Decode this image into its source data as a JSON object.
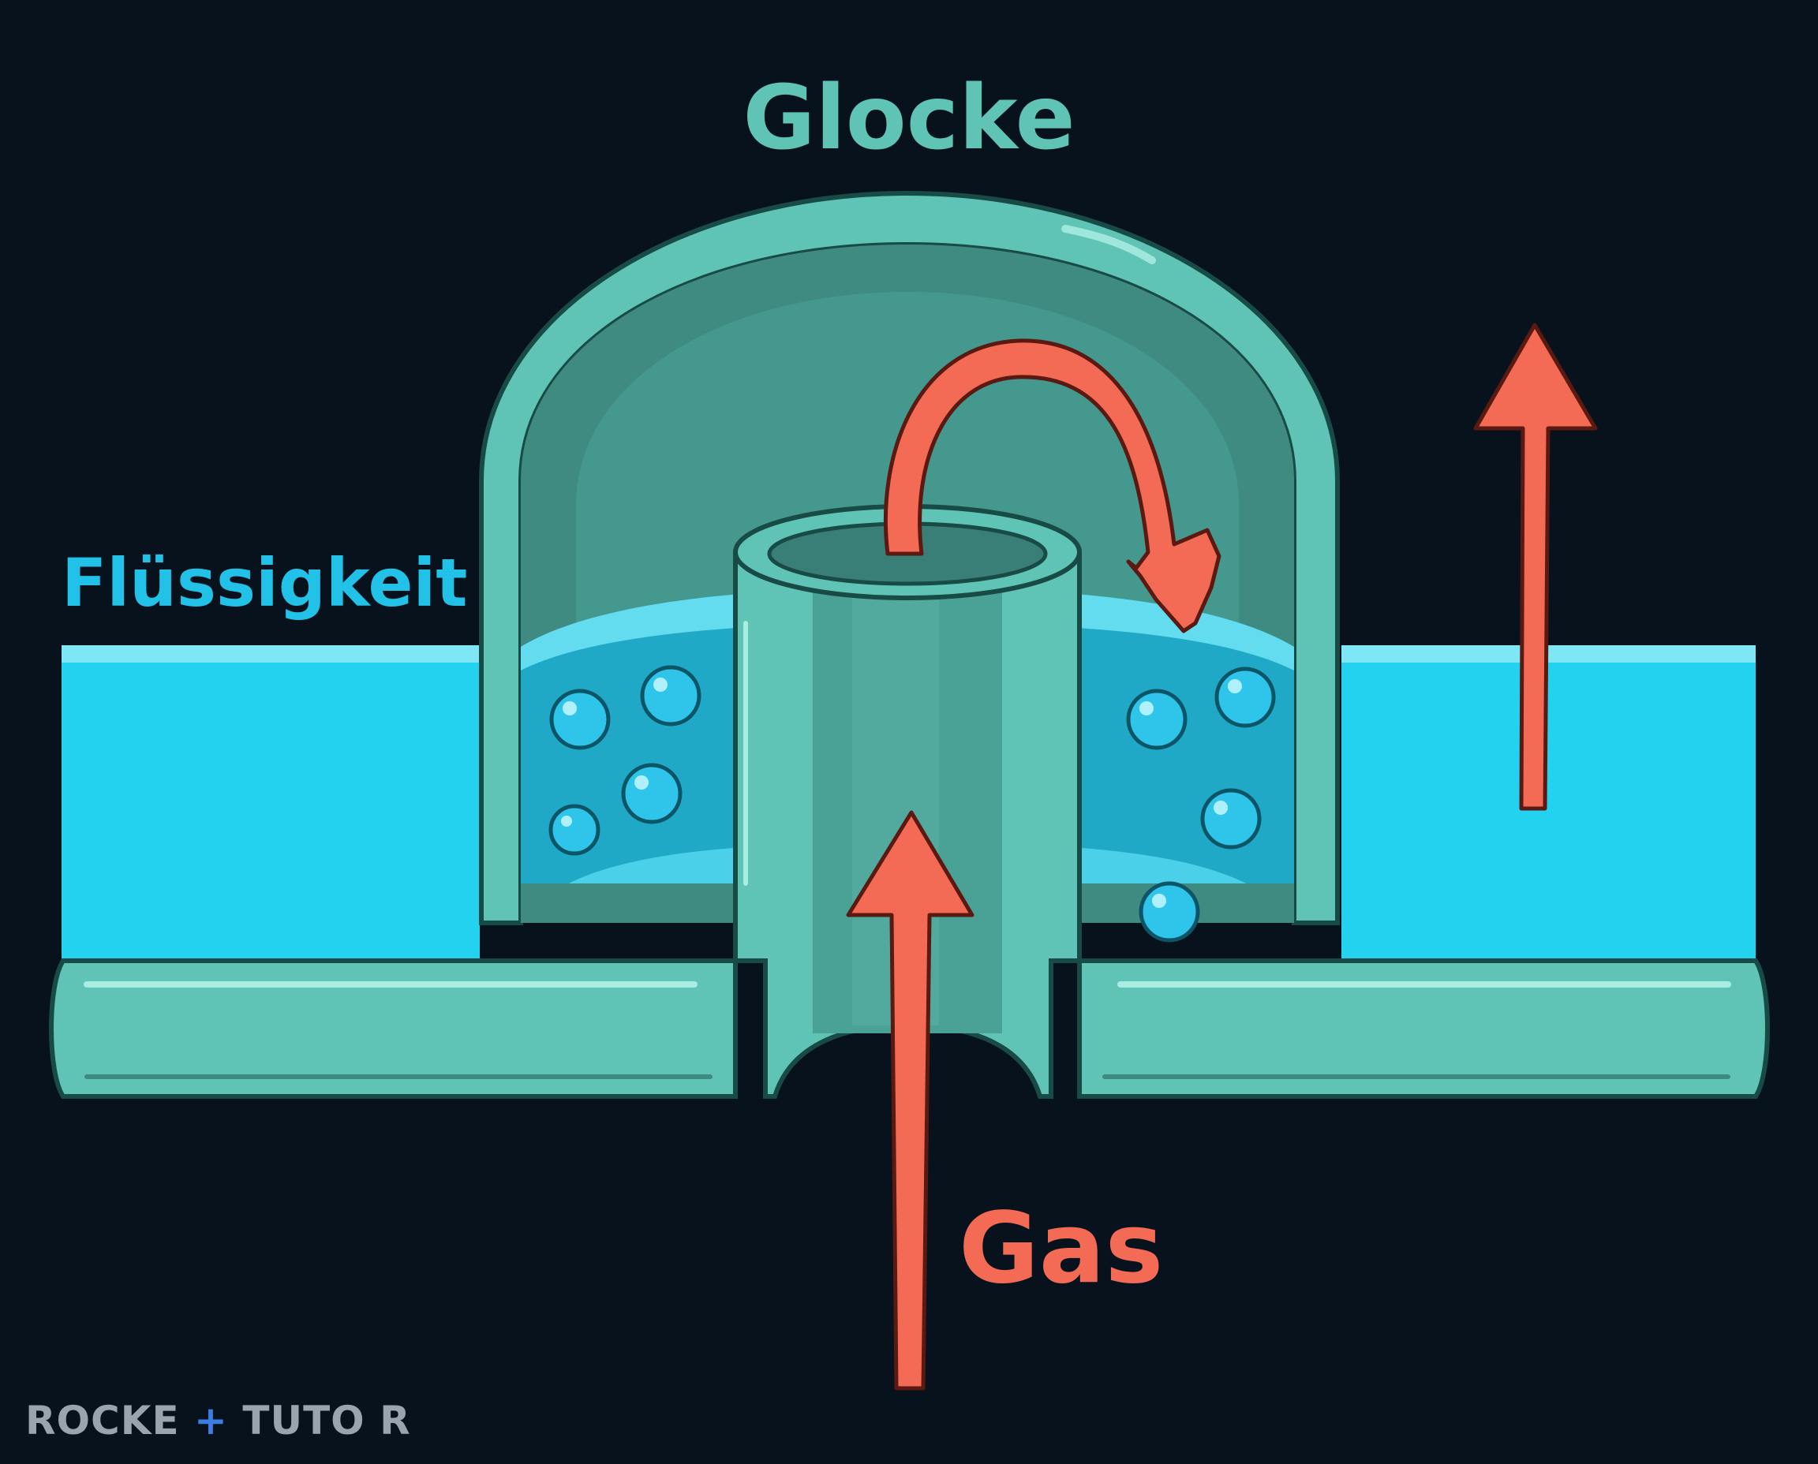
{
  "labels": {
    "bell": "Glocke",
    "liquid": "Flüssigkeit",
    "gas": "Gas"
  },
  "logo": {
    "part1": "ROCKE",
    "part2": "TUTO",
    "part3": "R"
  },
  "colors": {
    "background": "#07121d",
    "bell": "#5fc4b5",
    "bell_inner": "#3f8b82",
    "liquid": "#22d2ee",
    "liquid_in_bell": "#1fa9c6",
    "arrow": "#f36a55",
    "label_bell": "#5fc4b5",
    "label_liquid": "#22c2e8",
    "label_gas": "#f36a55",
    "logo_text": "#9aa4ae",
    "logo_accent": "#3b7de0"
  }
}
